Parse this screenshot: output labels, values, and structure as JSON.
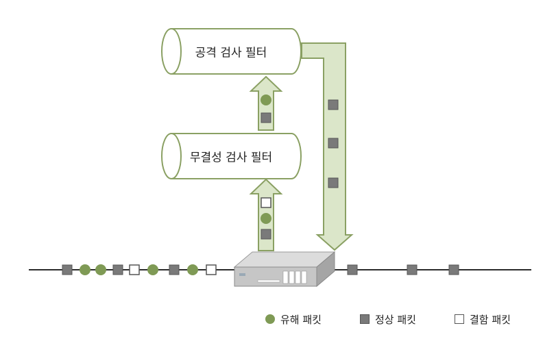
{
  "filters": {
    "attack_filter_label": "공격 검사 필터",
    "integrity_filter_label": "무결성 검사 필터"
  },
  "legend": {
    "harmful": "유해 패킷",
    "normal": "정상 패킷",
    "defective": "결함 패킷"
  },
  "packets": {
    "incoming_sequence": [
      "normal",
      "harmful",
      "harmful",
      "normal",
      "defective",
      "harmful",
      "normal",
      "harmful",
      "defective"
    ],
    "outgoing_sequence": [
      "normal",
      "normal",
      "normal"
    ],
    "into_integrity_filter": [
      "defective",
      "harmful",
      "normal"
    ],
    "into_attack_filter": [
      "harmful",
      "normal"
    ],
    "return_path": [
      "normal",
      "normal",
      "normal"
    ]
  },
  "colors": {
    "harmful": "#7f9a55",
    "normal": "#7a7a7a",
    "defective": "#ffffff",
    "arrow_fill": "#dbe6c9",
    "arrow_stroke": "#8aa063",
    "filter_stroke": "#8aa063"
  }
}
